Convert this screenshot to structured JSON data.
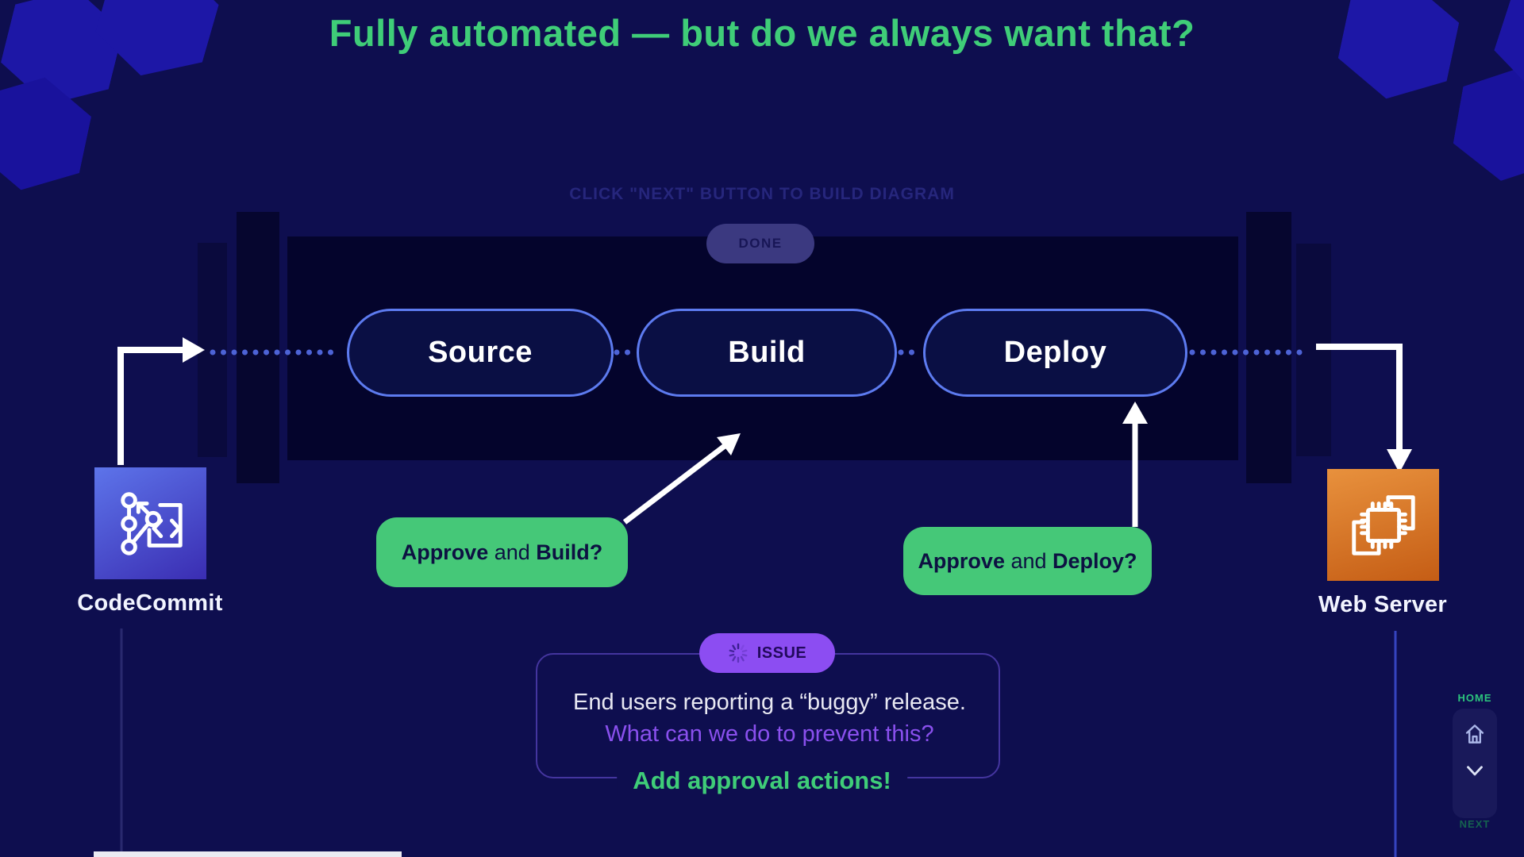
{
  "slide": {
    "title": "Fully automated — but do we always want that?",
    "hint": "CLICK \"NEXT\" BUTTON TO BUILD DIAGRAM",
    "done_button": "DONE"
  },
  "pipeline": {
    "stages": [
      {
        "label": "Source"
      },
      {
        "label": "Build"
      },
      {
        "label": "Deploy"
      }
    ]
  },
  "services": {
    "source": {
      "label": "CodeCommit",
      "icon": "codecommit-git-icon"
    },
    "target": {
      "label": "Web Server",
      "icon": "server-chip-icon"
    }
  },
  "callouts": [
    {
      "bold_start": "Approve",
      "middle": " and ",
      "bold_end": "Build?"
    },
    {
      "bold_start": "Approve",
      "middle": " and ",
      "bold_end": "Deploy?"
    }
  ],
  "issue": {
    "badge": "ISSUE",
    "line1": "End users reporting a “buggy” release.",
    "line2": "What can we do to prevent this?",
    "answer": "Add approval actions!"
  },
  "nav": {
    "home_label": "HOME",
    "next_label": "NEXT"
  },
  "colors": {
    "background": "#0e0e4f",
    "title_green": "#3fcd78",
    "callout_green": "#45c878",
    "issue_purple": "#8c4df2",
    "pill_border_blue": "#5d7bf0",
    "dotted_line_blue": "#4d63d6",
    "pipeline_panel": "#04042c"
  }
}
